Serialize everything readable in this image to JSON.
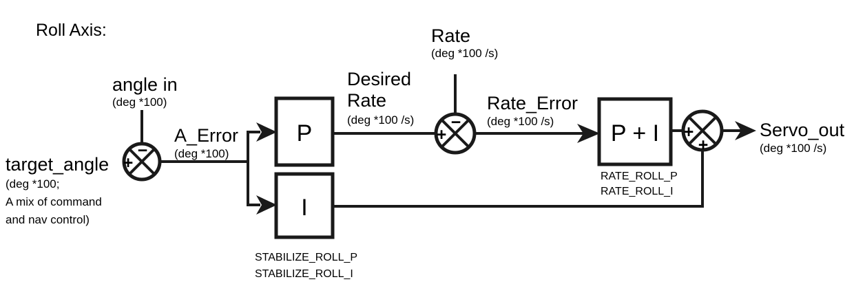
{
  "diagram": {
    "title": "Roll Axis:",
    "type": "control-system-block-diagram",
    "inputs": {
      "target_angle": {
        "label": "target_angle",
        "unit_line_1": "(deg *100;",
        "unit_line_2": "A mix of command",
        "unit_line_3": "and nav control)"
      },
      "angle_in": {
        "label": "angle in",
        "unit": "(deg *100)"
      },
      "rate": {
        "label": "Rate",
        "unit": "(deg *100 /s)"
      }
    },
    "signals": {
      "a_error": {
        "label": "A_Error",
        "unit": "(deg *100)"
      },
      "desired_rate": {
        "label_line_1": "Desired",
        "label_line_2": "Rate",
        "unit": "(deg *100 /s)"
      },
      "rate_error": {
        "label": "Rate_Error",
        "unit": "(deg *100 /s)"
      },
      "servo_out": {
        "label": "Servo_out",
        "unit": "(deg *100 /s)"
      }
    },
    "blocks": {
      "stabilize_p": {
        "label": "P"
      },
      "stabilize_i": {
        "label": "I"
      },
      "stabilize_params": {
        "line_1": "STABILIZE_ROLL_P",
        "line_2": "STABILIZE_ROLL_I"
      },
      "rate_pi": {
        "label": "P + I"
      },
      "rate_params": {
        "line_1": "RATE_ROLL_P",
        "line_2": "RATE_ROLL_I"
      }
    },
    "junctions": {
      "angle_sum": {
        "name": "angle-error-summing-junction",
        "sign_left": "+",
        "sign_top": "−"
      },
      "rate_sum": {
        "name": "rate-error-summing-junction",
        "sign_left": "+",
        "sign_top": "−"
      },
      "output_sum": {
        "name": "servo-output-summing-junction",
        "sign_left": "+",
        "sign_bottom": "+"
      }
    },
    "colors": {
      "line": "#1a1a1a",
      "text": "#000000",
      "background": "#ffffff"
    }
  }
}
